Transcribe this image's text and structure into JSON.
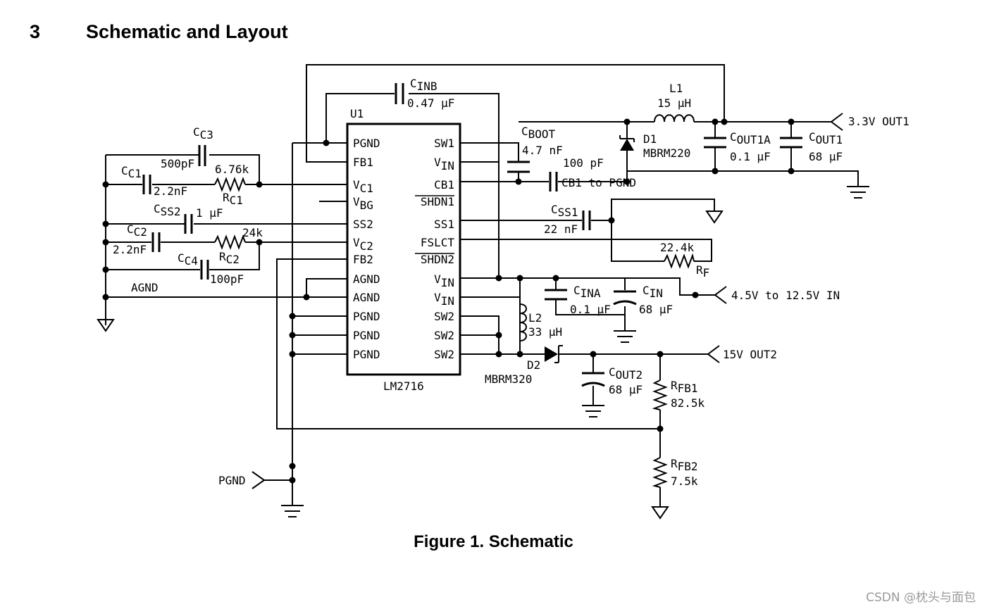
{
  "section": {
    "number": "3",
    "title": "Schematic and Layout"
  },
  "figure_caption": "Figure 1. Schematic",
  "watermark": "CSDN @枕头与面包",
  "ic": {
    "ref": "U1",
    "part": "LM2716",
    "left_pins": [
      "PGND",
      "FB1",
      "V",
      "V",
      "SS2",
      "V",
      "FB2",
      "AGND",
      "AGND",
      "PGND",
      "PGND",
      "PGND"
    ],
    "left_pin_subs": [
      "",
      "",
      "C1",
      "BG",
      "",
      "C2",
      "",
      "",
      "",
      "",
      "",
      ""
    ],
    "right_pins": [
      "SW1",
      "V",
      "CB1",
      "SHDN1",
      "SS1",
      "FSLCT",
      "SHDN2",
      "V",
      "V",
      "SW2",
      "SW2",
      "SW2"
    ],
    "right_pin_subs": [
      "",
      "IN",
      "",
      "",
      "",
      "",
      "",
      "IN",
      "IN",
      "",
      "",
      ""
    ]
  },
  "components": {
    "cinb": {
      "ref": "C",
      "sub": "INB",
      "value": "0.47 µF"
    },
    "cc3": {
      "ref": "C",
      "sub": "C3",
      "value": "500pF"
    },
    "cc1": {
      "ref": "C",
      "sub": "C1",
      "value": "2.2nF"
    },
    "rc1": {
      "ref": "R",
      "sub": "C1",
      "value": "6.76k"
    },
    "css2": {
      "ref": "C",
      "sub": "SS2",
      "value": "1 µF"
    },
    "cc2": {
      "ref": "C",
      "sub": "C2",
      "value": "2.2nF"
    },
    "rc2": {
      "ref": "R",
      "sub": "C2",
      "value": "24k"
    },
    "cc4": {
      "ref": "C",
      "sub": "C4",
      "value": "100pF"
    },
    "cboot": {
      "ref": "C",
      "sub": "BOOT",
      "value": "4.7 nF"
    },
    "cb1": {
      "value": "100 pF",
      "label": "CB1 to PGND"
    },
    "l1": {
      "ref": "L1",
      "value": "15 µH"
    },
    "d1": {
      "ref": "D1",
      "part": "MBRM220"
    },
    "cout1a": {
      "ref": "C",
      "sub": "OUT1A",
      "value": "0.1 µF"
    },
    "cout1": {
      "ref": "C",
      "sub": "OUT1",
      "value": "68 µF"
    },
    "css1": {
      "ref": "C",
      "sub": "SS1",
      "value": "22 nF"
    },
    "rf": {
      "ref": "R",
      "sub": "F",
      "value": "22.4k"
    },
    "cina": {
      "ref": "C",
      "sub": "INA",
      "value": "0.1 µF"
    },
    "cin": {
      "ref": "C",
      "sub": "IN",
      "value": "68 µF"
    },
    "l2": {
      "ref": "L2",
      "value": "33 µH"
    },
    "d2": {
      "ref": "D2",
      "part": "MBRM320"
    },
    "cout2": {
      "ref": "C",
      "sub": "OUT2",
      "value": "68 µF"
    },
    "rfb1": {
      "ref": "R",
      "sub": "FB1",
      "value": "82.5k"
    },
    "rfb2": {
      "ref": "R",
      "sub": "FB2",
      "value": "7.5k"
    }
  },
  "nets": {
    "out1": "3.3V OUT1",
    "vin": "4.5V to 12.5V IN",
    "out2": "15V OUT2",
    "pgnd": "PGND",
    "agnd": "AGND"
  }
}
